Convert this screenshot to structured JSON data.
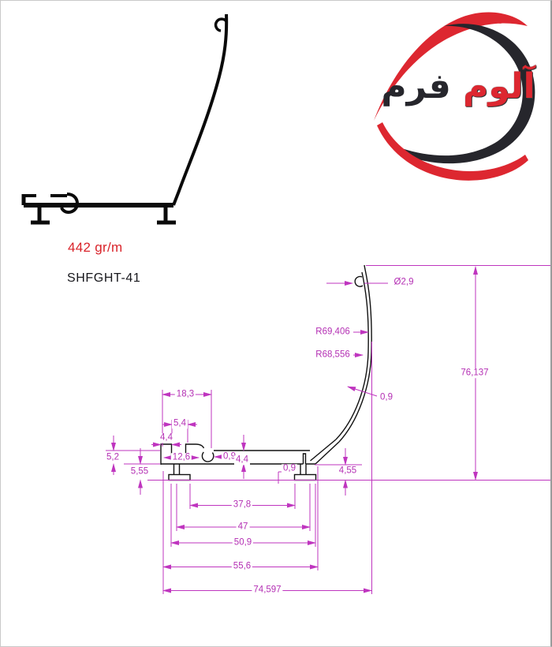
{
  "title_block": {
    "weight": "442 gr/m",
    "part_number": "SHFGHT-41",
    "weight_color": "#d9232a"
  },
  "logo": {
    "word_red": "آلوم",
    "word_black": "فرم",
    "red_color": "#dd2730",
    "black_color": "#26262c"
  },
  "drawing": {
    "dim_color": "#bb33bb",
    "profile_color": "#111111",
    "dims": {
      "top_width": "18,3",
      "slot_width": "5,4",
      "flange_left": "4,4",
      "channel_width": "12,6",
      "clip_wall": "0,9",
      "wall_right": "4,4",
      "thickness_left": "5,2",
      "foot_left": "5,55",
      "gap_right": "0,9",
      "foot_right": "4,55",
      "hook_diameter": "Ø2,9",
      "radius_outer": "R69,406",
      "radius_inner": "R68,556",
      "curve_wall": "0,9",
      "height_total": "76,137",
      "width_1": "37,8",
      "width_2": "47",
      "width_3": "50,9",
      "width_4": "55,6",
      "width_total": "74,597"
    }
  }
}
